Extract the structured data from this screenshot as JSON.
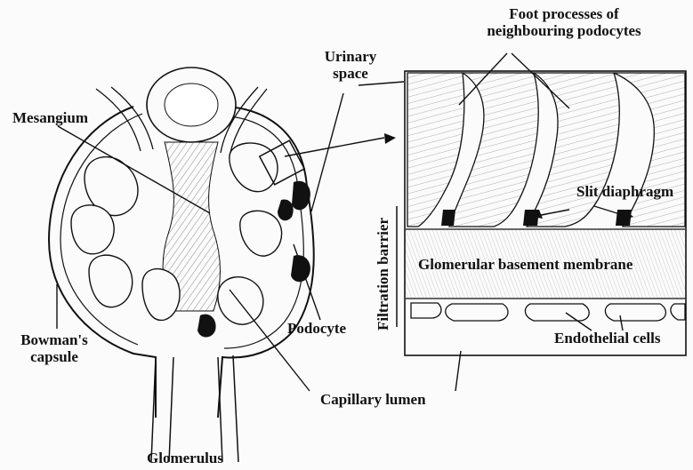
{
  "labels": {
    "foot_processes": [
      "Foot processes of",
      "neighbouring podocytes"
    ],
    "urinary_space": [
      "Urinary",
      "space"
    ],
    "mesangium": "Mesangium",
    "filtration_barrier": "Filtration barrier",
    "slit_diaphragm": "Slit diaphragm",
    "gbm": "Glomerular basement membrane",
    "podocyte": "Podocyte",
    "endothelial_cells": "Endothelial cells",
    "bowmans_capsule": [
      "Bowman's",
      "capsule"
    ],
    "capillary_lumen": "Capillary lumen",
    "glomerulus": "Glomerulus"
  },
  "colors": {
    "ink": "#111111",
    "paper": "#fbfbfb",
    "gbm_fill": "#e4e4e4",
    "shade": "#cfcfcf"
  }
}
